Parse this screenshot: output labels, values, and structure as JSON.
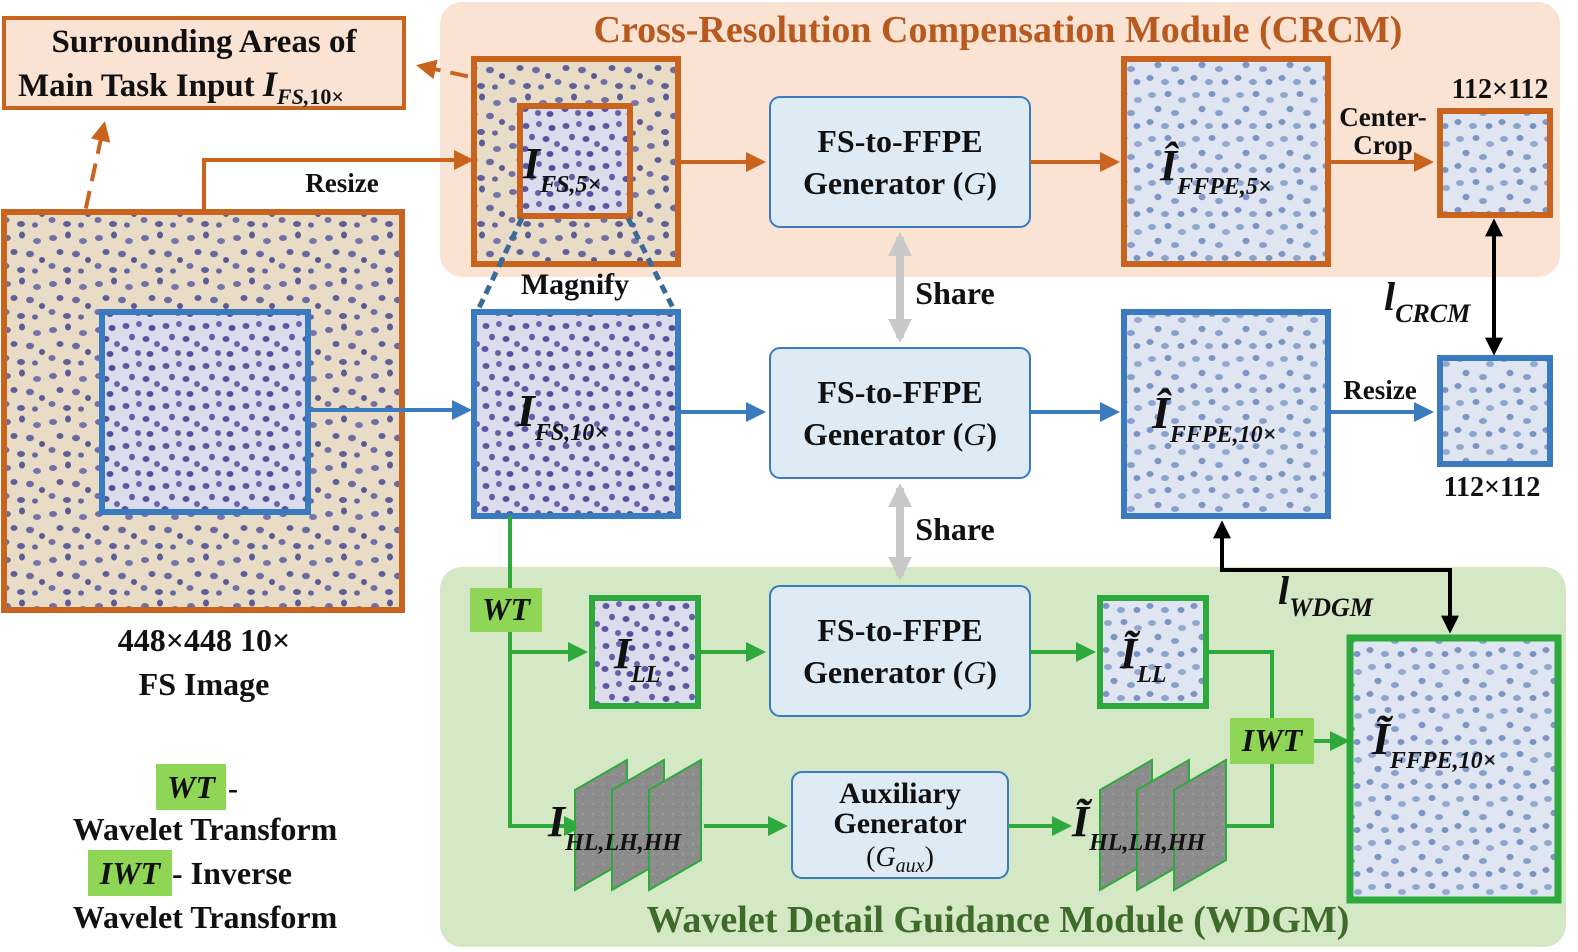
{
  "colors": {
    "orange": "#c8641e",
    "blue": "#3a7bbf",
    "green": "#2eaa3c",
    "crcm_bg": "#fbe3d4",
    "wdgm_bg": "#d4e8c6",
    "generator_bg": "#deebf5",
    "generator_border": "#3a7bbf",
    "tag_bg": "#8fd656",
    "share_arrow": "#c8c8c8",
    "loss_arrow": "#000000"
  },
  "modules": {
    "crcm_title": "Cross-Resolution Compensation Module (CRCM)",
    "wdgm_title": "Wavelet Detail Guidance Module (WDGM)"
  },
  "callout": {
    "line1": "Surrounding Areas of",
    "line2": "Main Task Input ",
    "math_main": "I",
    "math_sub": "FS,",
    "math_sub2": "10×"
  },
  "input": {
    "caption_line1": "448×448 10×",
    "caption_line2": "FS Image"
  },
  "labels": {
    "resize_top": "Resize",
    "magnify": "Magnify",
    "share_1": "Share",
    "share_2": "Share",
    "center_crop_1": "Center-",
    "center_crop_2": "Crop",
    "resize_right": "Resize",
    "size_top": "112×112",
    "size_bottom": "112×112",
    "loss_crcm_main": "l",
    "loss_crcm_sub": "CRCM",
    "loss_wdgm_main": "l",
    "loss_wdgm_sub": "WDGM"
  },
  "images": {
    "fs5_main": "I",
    "fs5_sub": "FS",
    "fs5_sub2": ",5×",
    "fs10_main": "I",
    "fs10_sub": "FS",
    "fs10_sub2": ",10×",
    "ffpe5_main": "Î",
    "ffpe5_sub": "FFPE",
    "ffpe5_sub2": ",5×",
    "ffpe10_main": "Î",
    "ffpe10_sub": "FFPE",
    "ffpe10_sub2": ",10×",
    "ll_main": "I",
    "ll_sub": "LL",
    "ll_tilde_main": "Ĩ",
    "ll_tilde_sub": "LL",
    "hf_main": "I",
    "hf_sub": "HL,LH",
    "hf_sub2": ",HH",
    "hf_tilde_main": "Ĩ",
    "hf_tilde_sub": "HL,LH",
    "hf_tilde_sub2": ",HH",
    "final_main": "Ĩ",
    "final_sub": "FFPE",
    "final_sub2": ",10×"
  },
  "generators": {
    "g1_line1": "FS-to-FFPE",
    "g1_line2": "Generator (",
    "g1_sym": "G",
    "g1_close": ")",
    "g2_line1": "FS-to-FFPE",
    "g2_line2": "Generator (",
    "g2_sym": "G",
    "g2_close": ")",
    "g3_line1": "FS-to-FFPE",
    "g3_line2": "Generator (",
    "g3_sym": "G",
    "g3_close": ")",
    "aux_line1": "Auxiliary",
    "aux_line2": "Generator",
    "aux_sym": "G",
    "aux_sub": "aux"
  },
  "tags": {
    "wt": "WT",
    "iwt": "IWT"
  },
  "legend": {
    "wt_tag": "WT",
    "wt_dash": " -",
    "wt_desc": "Wavelet Transform",
    "iwt_tag": "IWT",
    "iwt_desc1": " - Inverse",
    "iwt_desc2": "Wavelet Transform"
  }
}
